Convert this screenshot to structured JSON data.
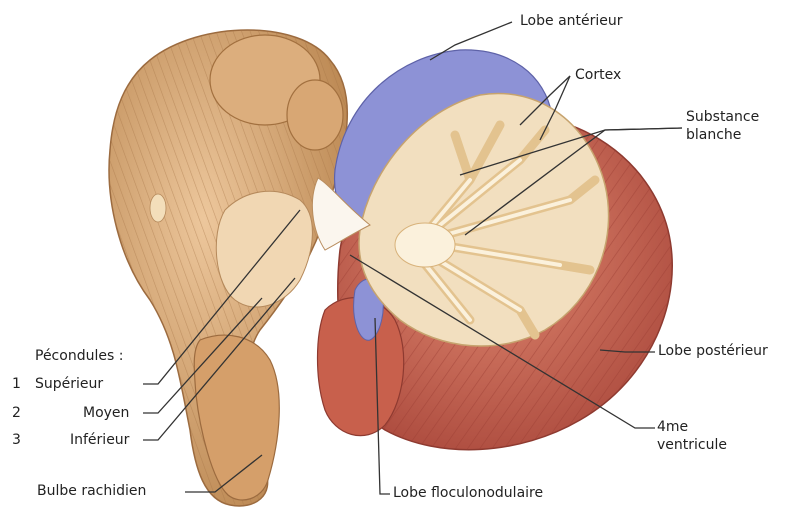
{
  "labels": {
    "lobe_anterieur": "Lobe antérieur",
    "cortex": "Cortex",
    "substance_blanche": "Substance\nblanche",
    "lobe_posterieur": "Lobe postérieur",
    "quatrieme_ventricule": "4me\nventricule",
    "lobe_floculonodulaire": "Lobe floculonodulaire",
    "bulbe_rachidien": "Bulbe rachidien",
    "pedoncules_title": "Pécondules :",
    "pedoncules": [
      {
        "number": "1",
        "name": "Supérieur"
      },
      {
        "number": "2",
        "name": "Moyen"
      },
      {
        "number": "3",
        "name": "Inférieur"
      }
    ]
  },
  "colors": {
    "background": "#ffffff",
    "brainstem": "#d9a877",
    "brainstem_dark": "#b57d4c",
    "cerebellum_red": "#cf6a55",
    "cerebellum_red_dark": "#a9453a",
    "cortex_blue": "#8c90d3",
    "white_matter": "#f4e2c4",
    "leader_line": "#333333"
  }
}
